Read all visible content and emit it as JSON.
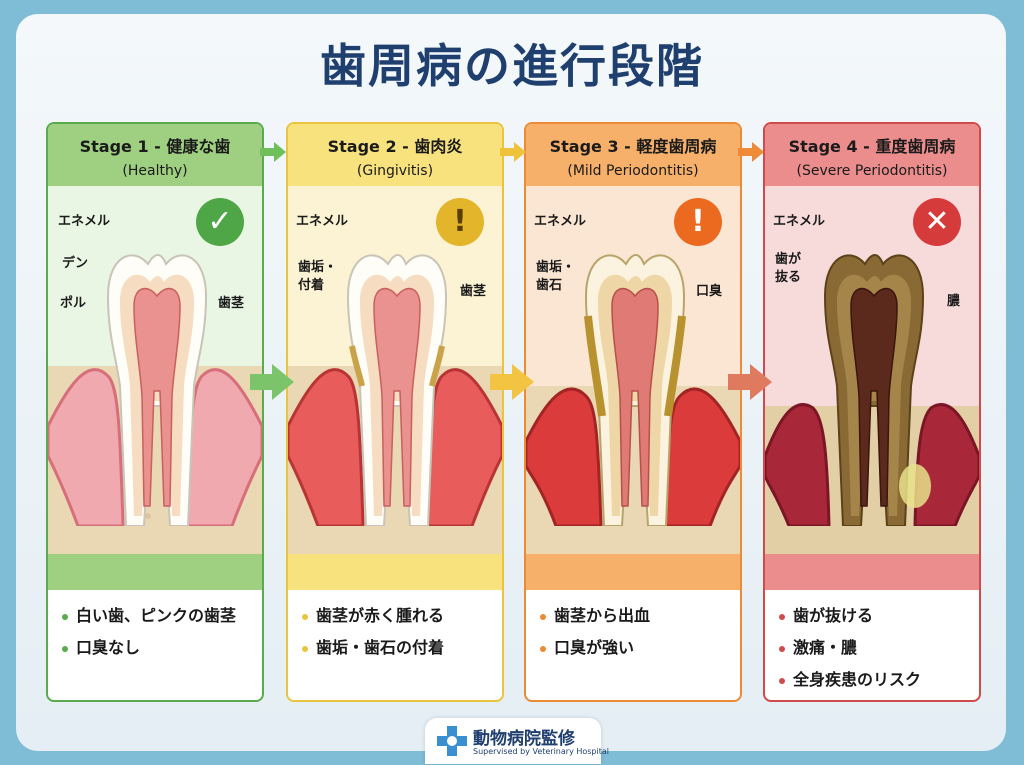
{
  "title": "歯周病の進行段階",
  "stages": [
    {
      "title": "Stage 1 - 健康な歯",
      "subtitle": "(Healthy)",
      "badge": "✓",
      "labels": [
        "エネメル",
        "デン",
        "ポル",
        "歯茎"
      ],
      "items": [
        "白い歯、ピンクの歯茎",
        "口臭なし"
      ]
    },
    {
      "title": "Stage 2 - 歯肉炎",
      "subtitle": "(Gingivitis)",
      "badge": "!",
      "labels": [
        "エネメル",
        "歯垢・",
        "付着",
        "歯茎"
      ],
      "items": [
        "歯茎が赤く腫れる",
        "歯垢・歯石の付着"
      ]
    },
    {
      "title": "Stage 3 - 軽度歯周病",
      "subtitle": "(Mild Periodontitis)",
      "badge": "!",
      "labels": [
        "エネメル",
        "歯垢・",
        "歯石",
        "口臭"
      ],
      "items": [
        "歯茎から出血",
        "口臭が強い"
      ]
    },
    {
      "title": "Stage 4 - 重度歯周病",
      "subtitle": "(Severe Periodontitis)",
      "badge": "✕",
      "labels": [
        "エネメル",
        "歯が",
        "抜る",
        "膿"
      ],
      "items": [
        "歯が抜ける",
        "激痛・膿",
        "全身疾患のリスク"
      ]
    }
  ],
  "footer": {
    "title": "動物病院監修",
    "subtitle": "Supervised by Veterinary Hospital"
  },
  "colors": {
    "stage1": "#5aab4e",
    "stage2": "#e9c43c",
    "stage3": "#ec8b35",
    "stage4": "#cf4b4b",
    "title": "#1f3f6e"
  }
}
